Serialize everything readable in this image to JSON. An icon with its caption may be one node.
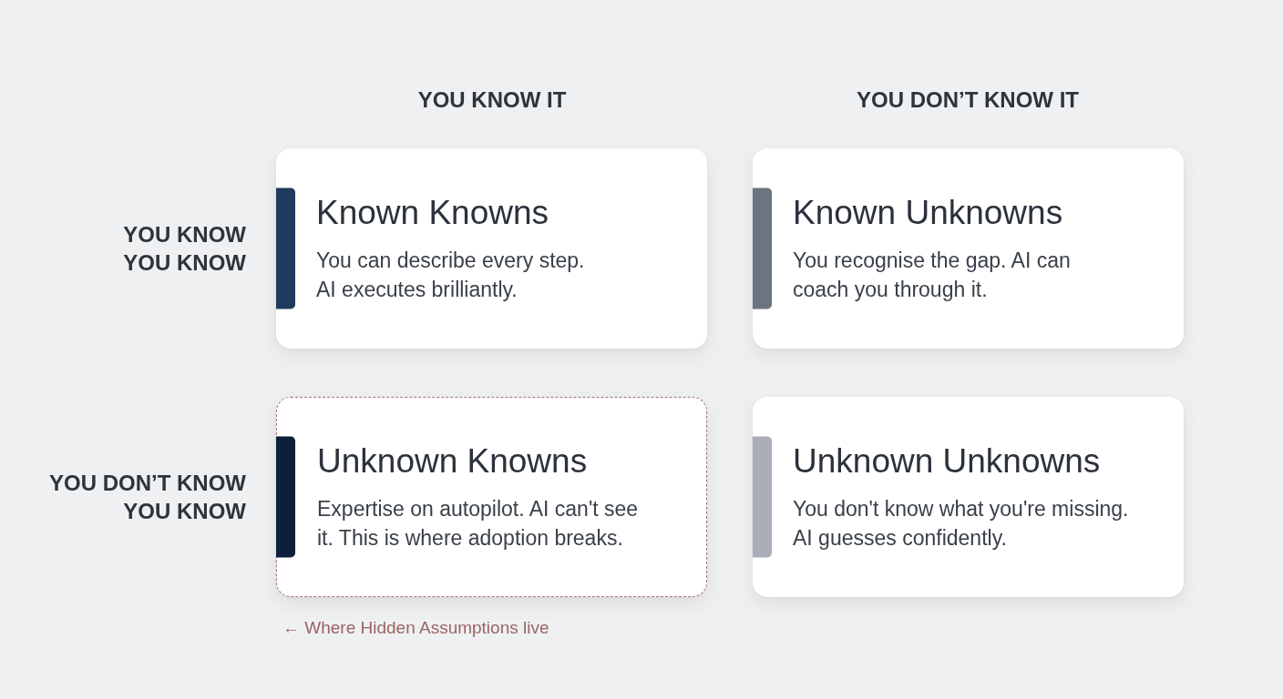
{
  "diagram": {
    "nodes": [
      {
        "text": [
          "Known Knowns",
          "You can describe every step. AI executes brilliantly."
        ]
      },
      {
        "text": [
          "Known Unknowns",
          "You recognise the gap. AI can coach you through it."
        ]
      },
      {
        "text": [
          "Unknown Knowns",
          "Expertise on autopilot. AI can't see it. This is where adoption breaks."
        ],
        "beside": [
          "← Where Hidden Assumptions live"
        ]
      },
      {
        "text": [
          "Unknown Unknowns",
          "You don't know what you're missing. AI guesses confidently."
        ]
      }
    ],
    "labels": [
      "YOU KNOW IT",
      "YOU DON’T KNOW IT",
      "YOU KNOW YOU KNOW",
      "YOU DON’T KNOW YOU KNOW"
    ]
  }
}
